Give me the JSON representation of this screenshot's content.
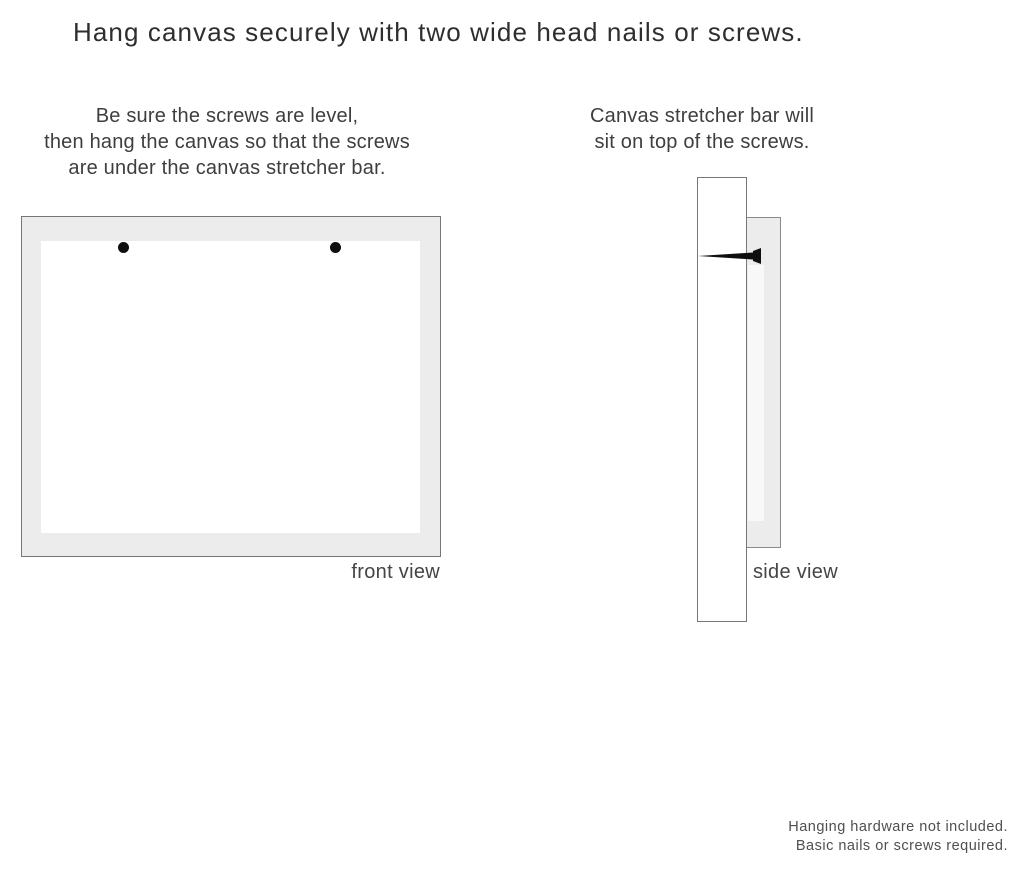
{
  "title": "Hang canvas securely with two wide head nails or screws.",
  "front": {
    "instruction": "Be sure the screws are level,\nthen hang the canvas so that the screws\nare under the canvas stretcher bar.",
    "label": "front view"
  },
  "side": {
    "instruction": "Canvas stretcher bar will\nsit on top of the screws.",
    "label": "side view"
  },
  "footer": {
    "note": "Hanging hardware not included.\nBasic nails or screws required."
  },
  "colors": {
    "background": "#ffffff",
    "text_primary": "#2e2e2e",
    "text_secondary": "#3e3e3e",
    "text_muted": "#4f4f4f",
    "canvas_frame_fill": "#ececec",
    "canvas_face_fill": "#ffffff",
    "outline": "#767676",
    "hardware_black": "#0f0f0f"
  }
}
